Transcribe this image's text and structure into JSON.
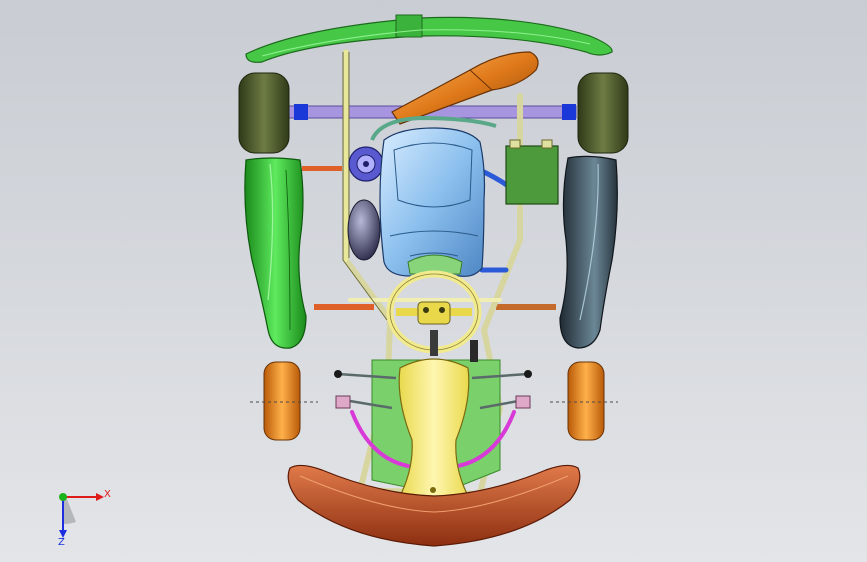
{
  "scene": {
    "subject": "go-kart-assembly",
    "view": "top"
  },
  "triad": {
    "x_label": "X",
    "z_label": "Z",
    "x_color": "#e01b1b",
    "z_color": "#1b2fe0",
    "y_color": "#1bb21b"
  },
  "colors": {
    "front_bumper": "#46c846",
    "rear_bumper": "#c4542a",
    "left_pod": "#2fc82f",
    "right_pod": "#3d4e5a",
    "rear_tire": "#4c5a2c",
    "front_tire": "#f08a1a",
    "seat": "#7fb6e8",
    "floor_tray": "#f4e87a",
    "muffler": "#e07a1a",
    "frame": "#e9e7a0",
    "battery": "#4c9a3c",
    "rear_axle": "#a895e0",
    "steering_wheel": "#f2ea8e",
    "brake_rod": "#d83ad8"
  }
}
